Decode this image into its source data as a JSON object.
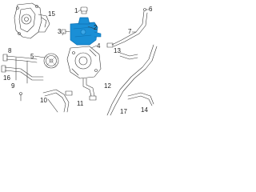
{
  "callouts": [
    {
      "id": "c1",
      "label": "1"
    },
    {
      "id": "c2",
      "label": "2"
    },
    {
      "id": "c3",
      "label": "3"
    },
    {
      "id": "c4",
      "label": "4"
    },
    {
      "id": "c5",
      "label": "5"
    },
    {
      "id": "c6",
      "label": "6"
    },
    {
      "id": "c7",
      "label": "7"
    },
    {
      "id": "c8",
      "label": "8"
    },
    {
      "id": "c9",
      "label": "9"
    },
    {
      "id": "c10",
      "label": "10"
    },
    {
      "id": "c11",
      "label": "11"
    },
    {
      "id": "c12",
      "label": "12"
    },
    {
      "id": "c13",
      "label": "13"
    },
    {
      "id": "c14",
      "label": "14"
    },
    {
      "id": "c15",
      "label": "15"
    },
    {
      "id": "c16",
      "label": "16"
    },
    {
      "id": "c17",
      "label": "17"
    }
  ],
  "colors": {
    "line": "#3a3a3a",
    "highlight": "#1a8fd6",
    "highlight_dark": "#0e6fb0",
    "background": "#ffffff"
  }
}
